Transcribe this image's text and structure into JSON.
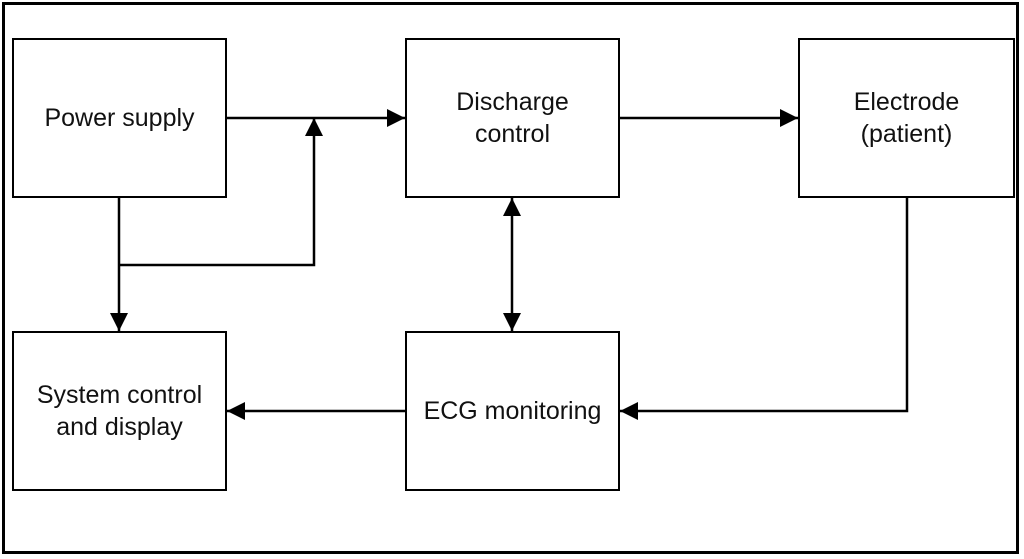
{
  "blocks": {
    "power_supply": "Power supply",
    "discharge_control": "Discharge\ncontrol",
    "electrode": "Electrode\n(patient)",
    "system_control": "System control\nand display",
    "ecg_monitoring": "ECG monitoring"
  },
  "colors": {
    "line": "#000000",
    "box_fill": "#ffffff",
    "text": "#111111"
  }
}
